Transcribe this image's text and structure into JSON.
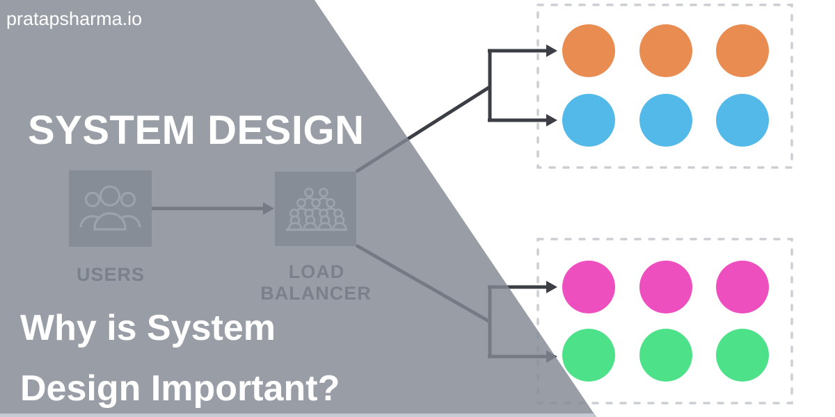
{
  "page": {
    "brand": "pratapsharma.io",
    "title": "SYSTEM DESIGN",
    "question_line1": "Why is System",
    "question_line2": "Design Important?"
  },
  "diagram": {
    "users_node": {
      "label": "USERS",
      "icon": "users-group-icon"
    },
    "load_balancer_node": {
      "label_line1": "LOAD",
      "label_line2": "BALANCER",
      "icon": "crowd-icon"
    },
    "clusters": [
      {
        "id": "server-cluster-top",
        "rows": [
          {
            "color": "#E88C52",
            "server_count": 3
          },
          {
            "color": "#52B9E9",
            "server_count": 3
          }
        ]
      },
      {
        "id": "server-cluster-bottom",
        "rows": [
          {
            "color": "#EE4FBE",
            "server_count": 3
          },
          {
            "color": "#4DE189",
            "server_count": 3
          }
        ]
      }
    ]
  },
  "colors": {
    "background": "#FFFFFF",
    "overlay_gray": "rgba(131,137,146,0.82)",
    "node_box": "#868D97",
    "node_label": "#7A818B",
    "icon_stroke": "#9CA3AB",
    "connector_dark": "#3B3E44",
    "cluster_border": "#CBCFD4",
    "bottom_strip": "#C5CBD4",
    "text_white": "#FFFFFF"
  }
}
